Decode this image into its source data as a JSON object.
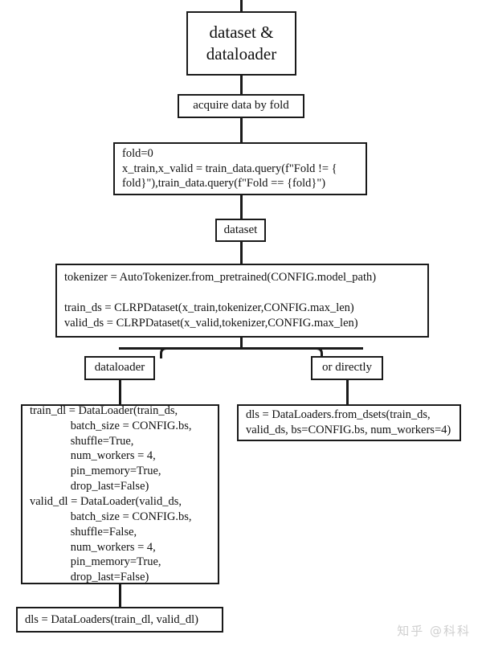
{
  "diagram": {
    "title": "dataset & dataloader flowchart",
    "background_color": "#ffffff",
    "line_color": "#1a1a1a"
  },
  "nodes": {
    "title": "dataset &\ndataloader",
    "acquire": "acquire data by fold",
    "fold": "fold=0\nx_train,x_valid = train_data.query(f\"Fold != {\nfold}\"),train_data.query(f\"Fold == {fold}\")",
    "dataset": "dataset",
    "tokenizer": "tokenizer = AutoTokenizer.from_pretrained(CONFIG.model_path)\n\ntrain_ds = CLRPDataset(x_train,tokenizer,CONFIG.max_len)\nvalid_ds = CLRPDataset(x_valid,tokenizer,CONFIG.max_len)",
    "dataloader": "dataloader",
    "or_directly": "or directly",
    "dls_from_dsets": "dls = DataLoaders.from_dsets(train_ds,\nvalid_ds, bs=CONFIG.bs, num_workers=4)",
    "dataloaders_block": "train_dl = DataLoader(train_ds,\n              batch_size = CONFIG.bs,\n              shuffle=True,\n              num_workers = 4,\n              pin_memory=True,\n              drop_last=False)\nvalid_dl = DataLoader(valid_ds,\n              batch_size = CONFIG.bs,\n              shuffle=False,\n              num_workers = 4,\n              pin_memory=True,\n              drop_last=False)",
    "dls_final": "dls = DataLoaders(train_dl, valid_dl)"
  },
  "watermark": {
    "text": "知乎 @科科",
    "color": "#cfcfcf"
  }
}
